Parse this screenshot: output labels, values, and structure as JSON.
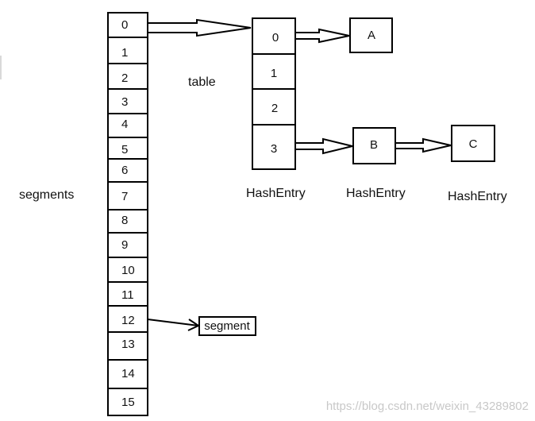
{
  "segments": {
    "label": "segments",
    "indices": [
      "0",
      "1",
      "2",
      "3",
      "4",
      "5",
      "6",
      "7",
      "8",
      "9",
      "10",
      "11",
      "12",
      "13",
      "14",
      "15"
    ]
  },
  "table": {
    "label": "table",
    "indices": [
      "0",
      "1",
      "2",
      "3"
    ]
  },
  "nodes": [
    "A",
    "B",
    "C"
  ],
  "segment_label": "segment",
  "hashentry_labels": [
    "HashEntry",
    "HashEntry",
    "HashEntry"
  ],
  "watermark": "https://blog.csdn.net/weixin_43289802",
  "colors": {
    "line": "#000000",
    "background": "#ffffff",
    "watermark": "#c8c8c8"
  }
}
